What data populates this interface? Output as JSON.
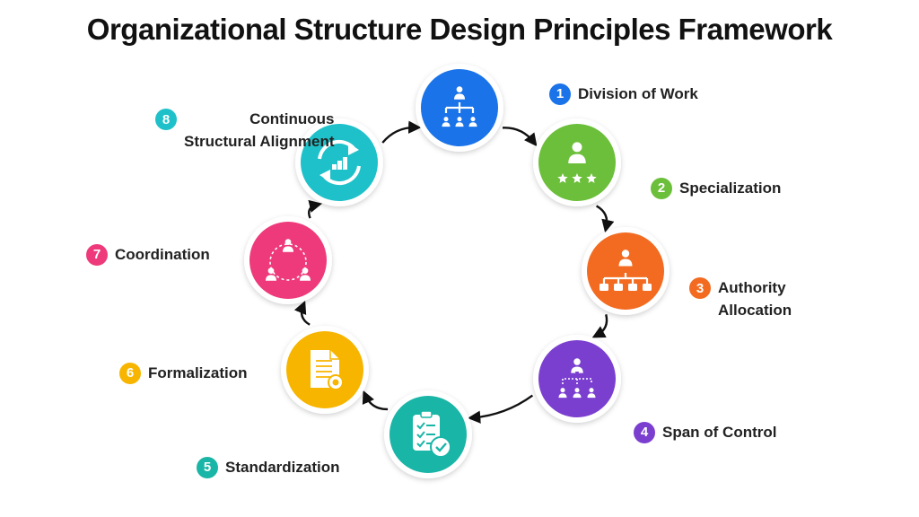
{
  "title": "Organizational Structure Design Principles Framework",
  "steps": [
    {
      "number": "1",
      "label": "Division of Work",
      "color": "#1a73e8",
      "icon": "hierarchy-team-icon"
    },
    {
      "number": "2",
      "label": "Specialization",
      "color": "#6cbf3a",
      "icon": "expert-stars-icon"
    },
    {
      "number": "3",
      "label": "Authority\nAllocation",
      "color": "#f26b21",
      "icon": "authority-tree-icon"
    },
    {
      "number": "4",
      "label": "Span of Control",
      "color": "#7b3fd0",
      "icon": "manager-team-icon"
    },
    {
      "number": "5",
      "label": "Standardization",
      "color": "#19b5a6",
      "icon": "checklist-icon"
    },
    {
      "number": "6",
      "label": "Formalization",
      "color": "#f7b500",
      "icon": "certified-document-icon"
    },
    {
      "number": "7",
      "label": "Coordination",
      "color": "#ee3a7a",
      "icon": "connected-people-icon"
    },
    {
      "number": "8",
      "label": "Continuous\nStructural Alignment",
      "color": "#1ec1c9",
      "icon": "refresh-growth-icon"
    }
  ]
}
